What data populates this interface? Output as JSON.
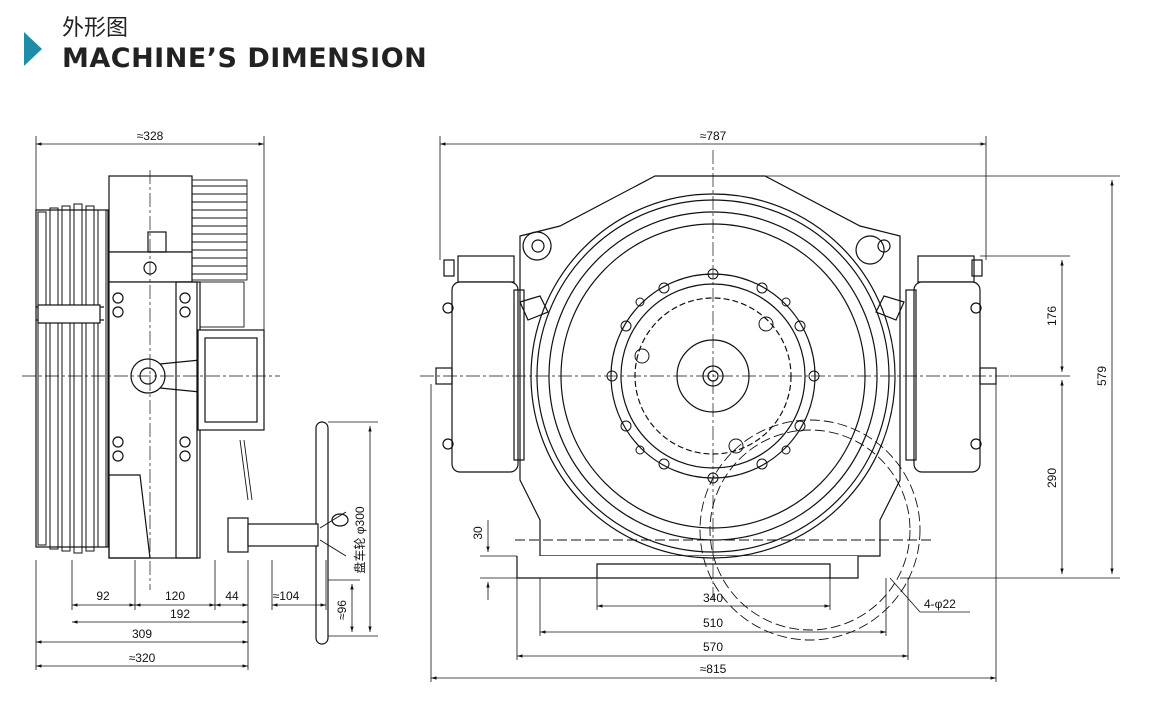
{
  "header": {
    "title_cn": "外形图",
    "title_en": "MACHINE’S DIMENSION",
    "accent_color": "#1e8ea8"
  },
  "side_view": {
    "dims": {
      "overall_top": "≈328",
      "d92": "92",
      "d120": "120",
      "d44": "44",
      "d104": "≈104",
      "d192": "192",
      "d309": "309",
      "d320": "≈320",
      "d96": "≈96",
      "handwheel": "盘车轮 φ300"
    }
  },
  "front_view": {
    "dims": {
      "overall_top": "≈787",
      "d176": "176",
      "d579": "579",
      "d290": "290",
      "d30": "30",
      "d340": "340",
      "d510": "510",
      "d570": "570",
      "d815": "≈815",
      "holes": "4-φ22"
    }
  }
}
